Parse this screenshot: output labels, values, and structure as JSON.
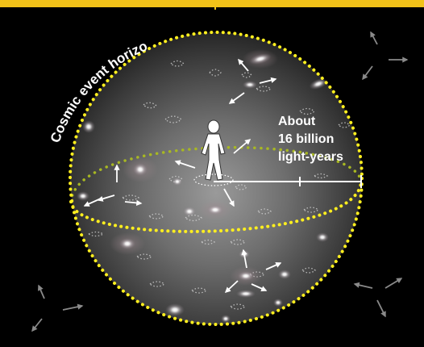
{
  "horizon_label": "Cosmic event horizon",
  "distance_label": {
    "line1": "About",
    "line2": "16 billion",
    "line3": "light-years"
  },
  "colors": {
    "top_band": "#f2c219",
    "background": "#000000",
    "horizon_dots": "#ffef1f",
    "equator_dots_back": "#a8b822",
    "figure": "#ffffff",
    "arrows_inside": "#ffffff",
    "arrows_outside": "#8a8a8a",
    "sphere_center": "#9a9a9a",
    "sphere_edge": "#2a2a2a"
  },
  "icons": {
    "observer": "person-figure-icon",
    "galaxy": "spiral-galaxy-icon",
    "expansion_arrow": "arrow-icon"
  }
}
